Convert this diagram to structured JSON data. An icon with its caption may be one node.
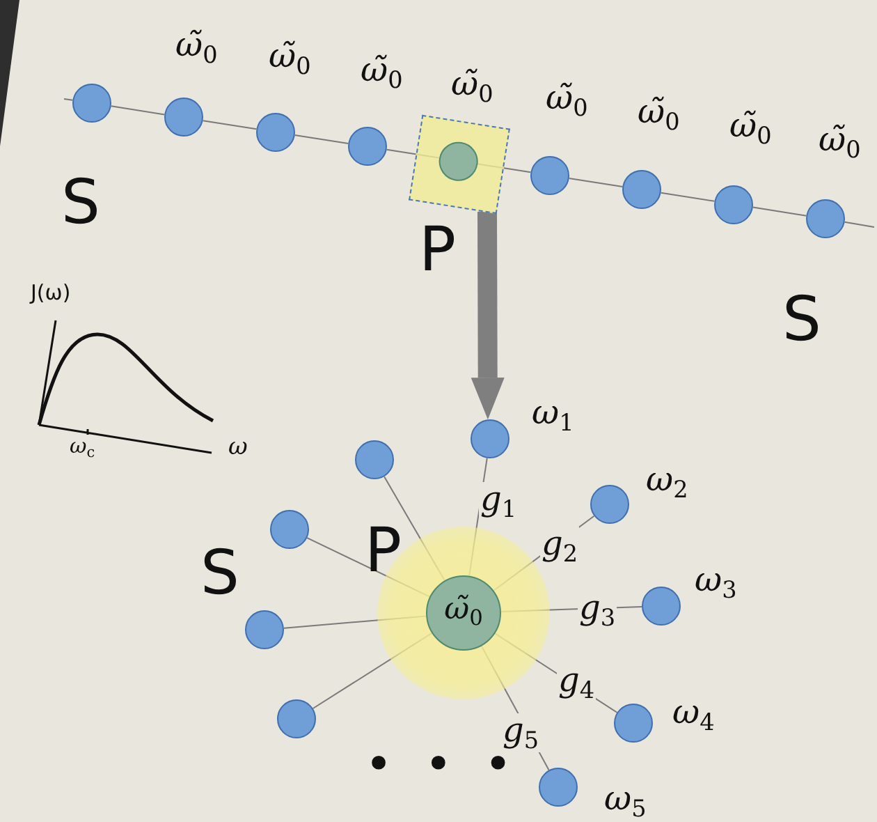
{
  "diagram": {
    "nodes": [
      {
        "text": [],
        "shape": "circle"
      },
      {
        "text": [],
        "shape": "circle",
        "beside": [
          "ω̃$_{0}$"
        ]
      },
      {
        "text": [],
        "shape": "circle",
        "beside": [
          "ω̃$_{0}$"
        ]
      },
      {
        "text": [],
        "shape": "circle",
        "beside": [
          "ω̃$_{0}$"
        ]
      },
      {
        "text": [],
        "shape": "box"
      },
      {
        "text": [],
        "shape": "circle",
        "in": 4,
        "beside": [
          "ω̃$_{0}$"
        ]
      },
      {
        "text": [],
        "shape": "circle",
        "beside": [
          "ω̃$_{0}$"
        ]
      },
      {
        "text": [],
        "shape": "circle",
        "beside": [
          "ω̃$_{0}$"
        ]
      },
      {
        "text": [],
        "shape": "circle",
        "beside": [
          "ω̃$_{0}$"
        ]
      },
      {
        "text": [],
        "shape": "circle",
        "beside": [
          "ω̃$_{0}$"
        ]
      },
      {
        "text": [],
        "shape": "circle"
      },
      {
        "text": [
          "ω̃$_{0}$"
        ],
        "in": 10
      },
      {
        "text": [],
        "shape": "circle",
        "beside": [
          "ω$_{1}$"
        ]
      },
      {
        "text": [],
        "shape": "circle"
      },
      {
        "text": [],
        "shape": "circle",
        "beside": [
          "ω$_{2}$"
        ]
      },
      {
        "text": [],
        "shape": "circle"
      },
      {
        "text": [],
        "shape": "circle",
        "beside": [
          "ω$_{3}$"
        ]
      },
      {
        "text": [],
        "shape": "circle"
      },
      {
        "text": [],
        "shape": "circle",
        "beside": [
          "ω$_{4}$"
        ]
      },
      {
        "text": [],
        "shape": "circle"
      },
      {
        "text": [],
        "shape": "circle",
        "beside": [
          "ω$_{5}$"
        ]
      }
    ],
    "edges": [
      {
        "from": null,
        "to": 0,
        "arrow": "none"
      },
      {
        "from": 0,
        "to": 1,
        "arrow": "none"
      },
      {
        "from": 1,
        "to": 2,
        "arrow": "none"
      },
      {
        "from": 2,
        "to": 3,
        "arrow": "none"
      },
      {
        "from": 3,
        "to": 5,
        "arrow": "none"
      },
      {
        "from": 5,
        "to": 6,
        "arrow": "none"
      },
      {
        "from": 6,
        "to": 7,
        "arrow": "none"
      },
      {
        "from": 7,
        "to": 8,
        "arrow": "none"
      },
      {
        "from": 8,
        "to": 9,
        "arrow": "none"
      },
      {
        "from": 9,
        "to": null,
        "arrow": "none"
      },
      {
        "from": 4,
        "to": 12,
        "arrow": "to",
        "style": "thick",
        "color": "#7f7f7f"
      },
      {
        "from": 11,
        "to": 12,
        "arrow": "none",
        "label": "g$_{1}$"
      },
      {
        "from": 11,
        "to": 13,
        "arrow": "none"
      },
      {
        "from": 11,
        "to": 14,
        "arrow": "none",
        "label": "g$_{2}$"
      },
      {
        "from": 11,
        "to": 15,
        "arrow": "none"
      },
      {
        "from": 11,
        "to": 16,
        "arrow": "none",
        "label": "g$_{3}$"
      },
      {
        "from": 11,
        "to": 17,
        "arrow": "none"
      },
      {
        "from": 11,
        "to": 18,
        "arrow": "none",
        "label": "g$_{4}$"
      },
      {
        "from": 11,
        "to": 19,
        "arrow": "none"
      },
      {
        "from": 11,
        "to": 20,
        "arrow": "none",
        "label": "g$_{5}$"
      }
    ],
    "labels": [
      "S",
      "P",
      "S",
      "J(ω)",
      "ω$_{c}$",
      "ω",
      "P",
      "S",
      "• • •"
    ]
  }
}
